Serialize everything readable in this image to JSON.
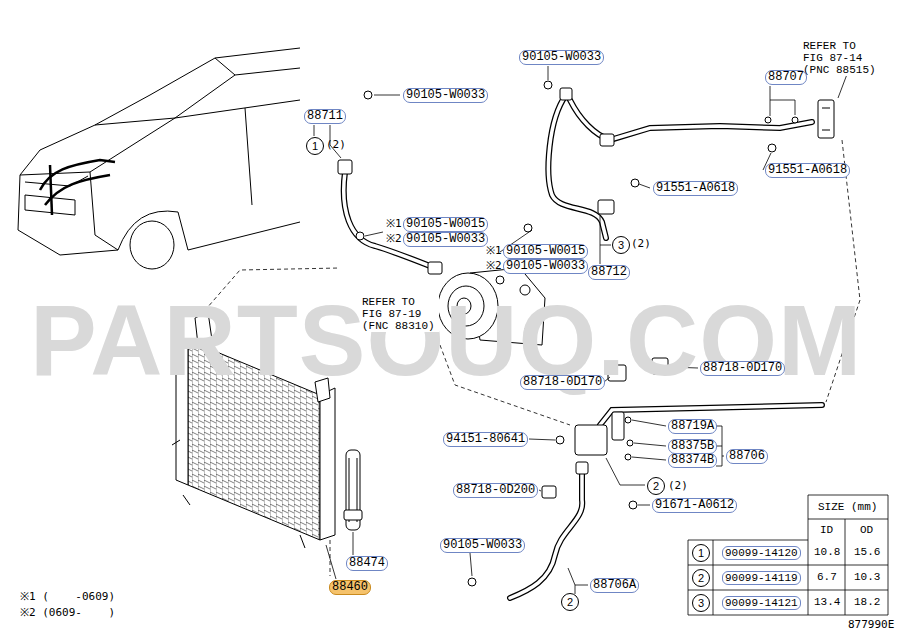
{
  "diagram": {
    "nodes": [
      {
        "text": [
          "1"
        ]
      },
      {
        "text": [
          "3"
        ]
      },
      {
        "text": [
          "2"
        ]
      },
      {
        "text": [
          "1"
        ]
      },
      {
        "text": [
          "2"
        ]
      },
      {
        "text": [
          "2"
        ]
      },
      {
        "text": [
          "3"
        ]
      }
    ],
    "labels": [
      "REFER TO FIG 87-14 (PNC 88515)",
      "88707",
      "90105-W0033",
      "90105-W0033",
      "88711",
      "(2)",
      "91551-A0618",
      "91551-A0618",
      "※1",
      "90105-W0015",
      "※2",
      "90105-W0033",
      "※1",
      "90105-W0015",
      "※2",
      "90105-W0033",
      "(2)",
      "88712",
      "REFER TO FIG 87-19 (FNC 88310)",
      "PARTSOUQ.COM",
      "88718-0D170",
      "88718-0D170",
      "88719A",
      "94151-80641",
      "88375B",
      "88374B",
      "88706",
      "(2)",
      "88718-0D200",
      "91671-A0612",
      "90105-W0033",
      "88474",
      "88460",
      "88706A",
      "SIZE (mm)",
      "ID",
      "OD",
      "90099-14120",
      "10.8",
      "15.6",
      "90099-14119",
      "6.7",
      "10.3",
      "90099-14121",
      "13.4",
      "18.2",
      "※1 (    -0609)",
      "※2 (0609-    )",
      "877990E"
    ]
  }
}
